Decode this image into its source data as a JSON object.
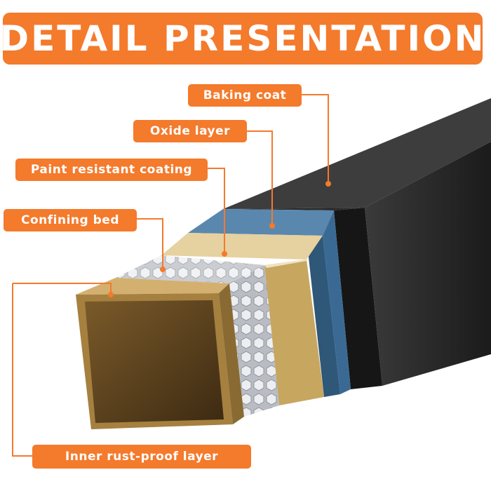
{
  "header": {
    "title": "DETAIL PRESENTATION"
  },
  "labels": {
    "baking_coat": "Baking coat",
    "oxide_layer": "Oxide layer",
    "paint_resistant_coating": "Paint resistant coating",
    "confining_bed": "Confining bed",
    "inner_rust_proof_layer": "Inner rust-proof layer"
  },
  "colors": {
    "accent": "#f47a2c",
    "baking_coat": "#2b2b2b",
    "oxide_layer": "#3e6f95",
    "paint_resistant_coating": "#c9a55e",
    "confining_bed": "#c9ccd1",
    "inner_rust_proof_layer": "#b08a45"
  }
}
